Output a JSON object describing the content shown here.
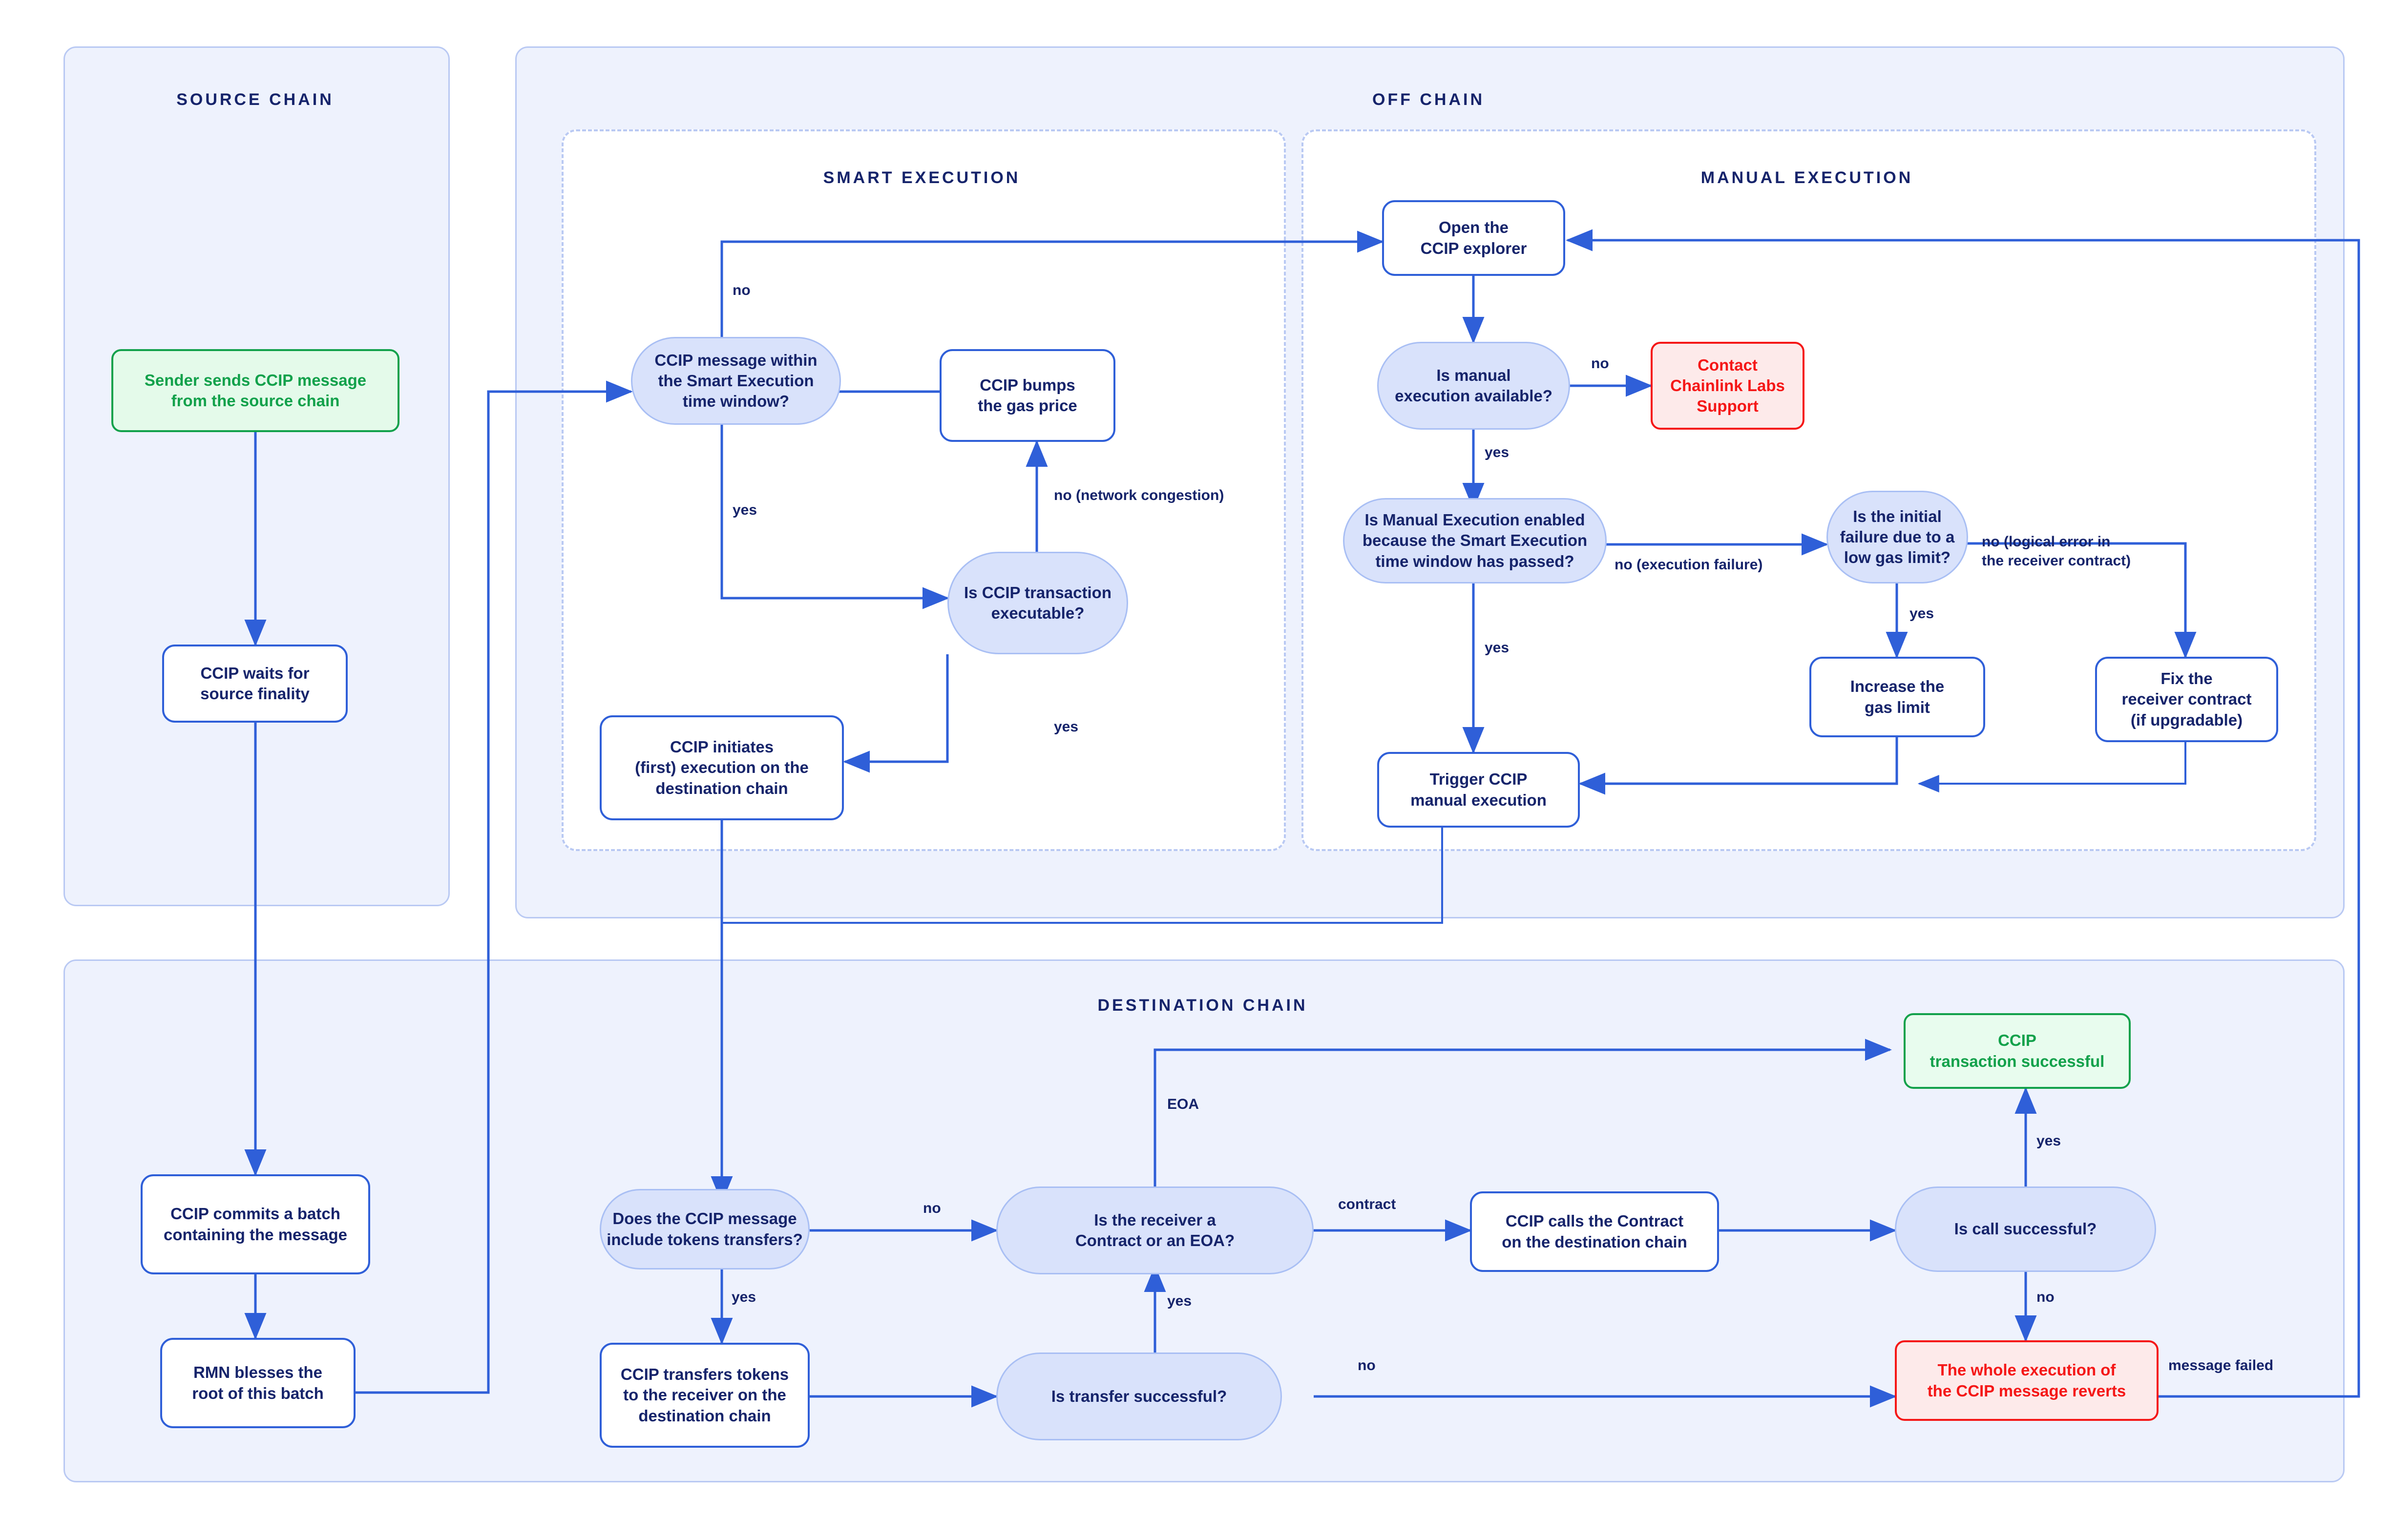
{
  "lanes": {
    "source": {
      "title": "SOURCE CHAIN"
    },
    "offchain": {
      "title": "OFF CHAIN"
    },
    "smart": {
      "title": "SMART EXECUTION"
    },
    "manual": {
      "title": "MANUAL EXECUTION"
    },
    "destination": {
      "title": "DESTINATION CHAIN"
    }
  },
  "nodes": {
    "sender_sends": "Sender sends CCIP message\nfrom the source chain",
    "waits_finality": "CCIP waits for\nsource finality",
    "commits_batch": "CCIP commits a batch\ncontaining the message",
    "rmn_blesses": "RMN blesses the\nroot of this batch",
    "within_window": "CCIP message within\nthe Smart Execution\ntime window?",
    "bumps_gas": "CCIP bumps\nthe gas price",
    "tx_executable": "Is CCIP transaction\nexecutable?",
    "initiates_exec": "CCIP initiates\n(first) execution on the\ndestination chain",
    "open_explorer": "Open the\nCCIP explorer",
    "manual_available": "Is manual\nexecution available?",
    "contact_support": "Contact\nChainlink Labs\nSupport",
    "manual_enabled": "Is Manual Execution enabled\nbecause the Smart Execution\ntime window has passed?",
    "initial_failure": "Is the initial\nfailure due to a\nlow gas limit?",
    "increase_gas": "Increase the\ngas limit",
    "fix_receiver": "Fix the\nreceiver contract\n(if upgradable)",
    "trigger_manual": "Trigger CCIP\nmanual execution",
    "include_tokens": "Does the CCIP message\ninclude tokens transfers?",
    "transfers_tokens": "CCIP transfers tokens\nto the receiver on the\ndestination chain",
    "transfer_successful": "Is transfer successful?",
    "receiver_kind": "Is the receiver a\nContract or an EOA?",
    "calls_contract": "CCIP calls the Contract\non the destination chain",
    "call_successful": "Is call successful?",
    "tx_successful": "CCIP\ntransaction successful",
    "whole_reverts": "The whole execution of\nthe CCIP message reverts"
  },
  "edge_labels": {
    "window_no": "no",
    "window_yes": "yes",
    "exec_no_congestion": "no (network congestion)",
    "exec_yes": "yes",
    "manual_available_no": "no",
    "manual_available_yes": "yes",
    "manual_enabled_no": "no (execution failure)",
    "manual_enabled_yes": "yes",
    "initial_failure_yes": "yes",
    "initial_failure_no": "no (logical error in\nthe receiver contract)",
    "tokens_no": "no",
    "tokens_yes": "yes",
    "transfer_yes": "yes",
    "transfer_no": "no",
    "receiver_eoa": "EOA",
    "receiver_contract": "contract",
    "call_yes": "yes",
    "call_no": "no",
    "message_failed": "message failed"
  },
  "colors": {
    "arrow": "#2f5fd8",
    "lane_fill": "#eef2fd",
    "lane_border": "#b9c9f3",
    "text_navy": "#16246b",
    "success": "#12a14b",
    "error": "#f51717",
    "decision_fill": "#d9e2fb",
    "decision_border": "#a9bff4"
  }
}
